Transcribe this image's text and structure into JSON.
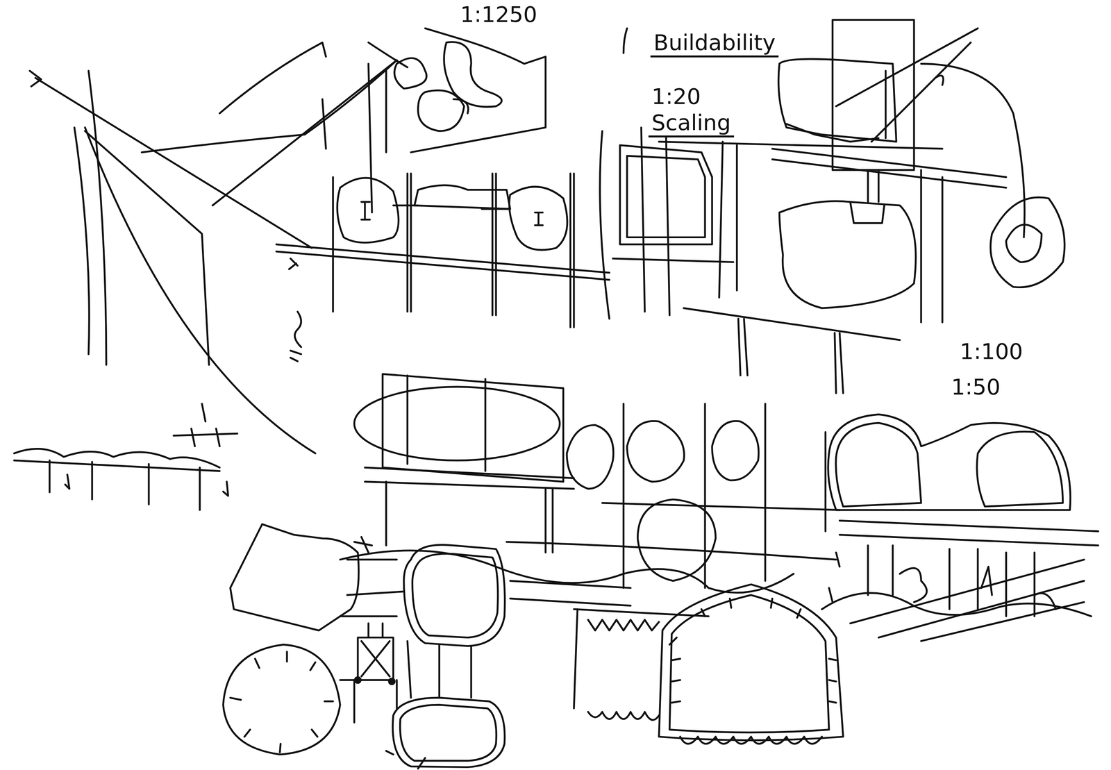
{
  "diagram": {
    "labels": [
      "1:1250",
      "Buildability",
      "1:20",
      "Scaling",
      "1:100",
      "1:50"
    ]
  }
}
